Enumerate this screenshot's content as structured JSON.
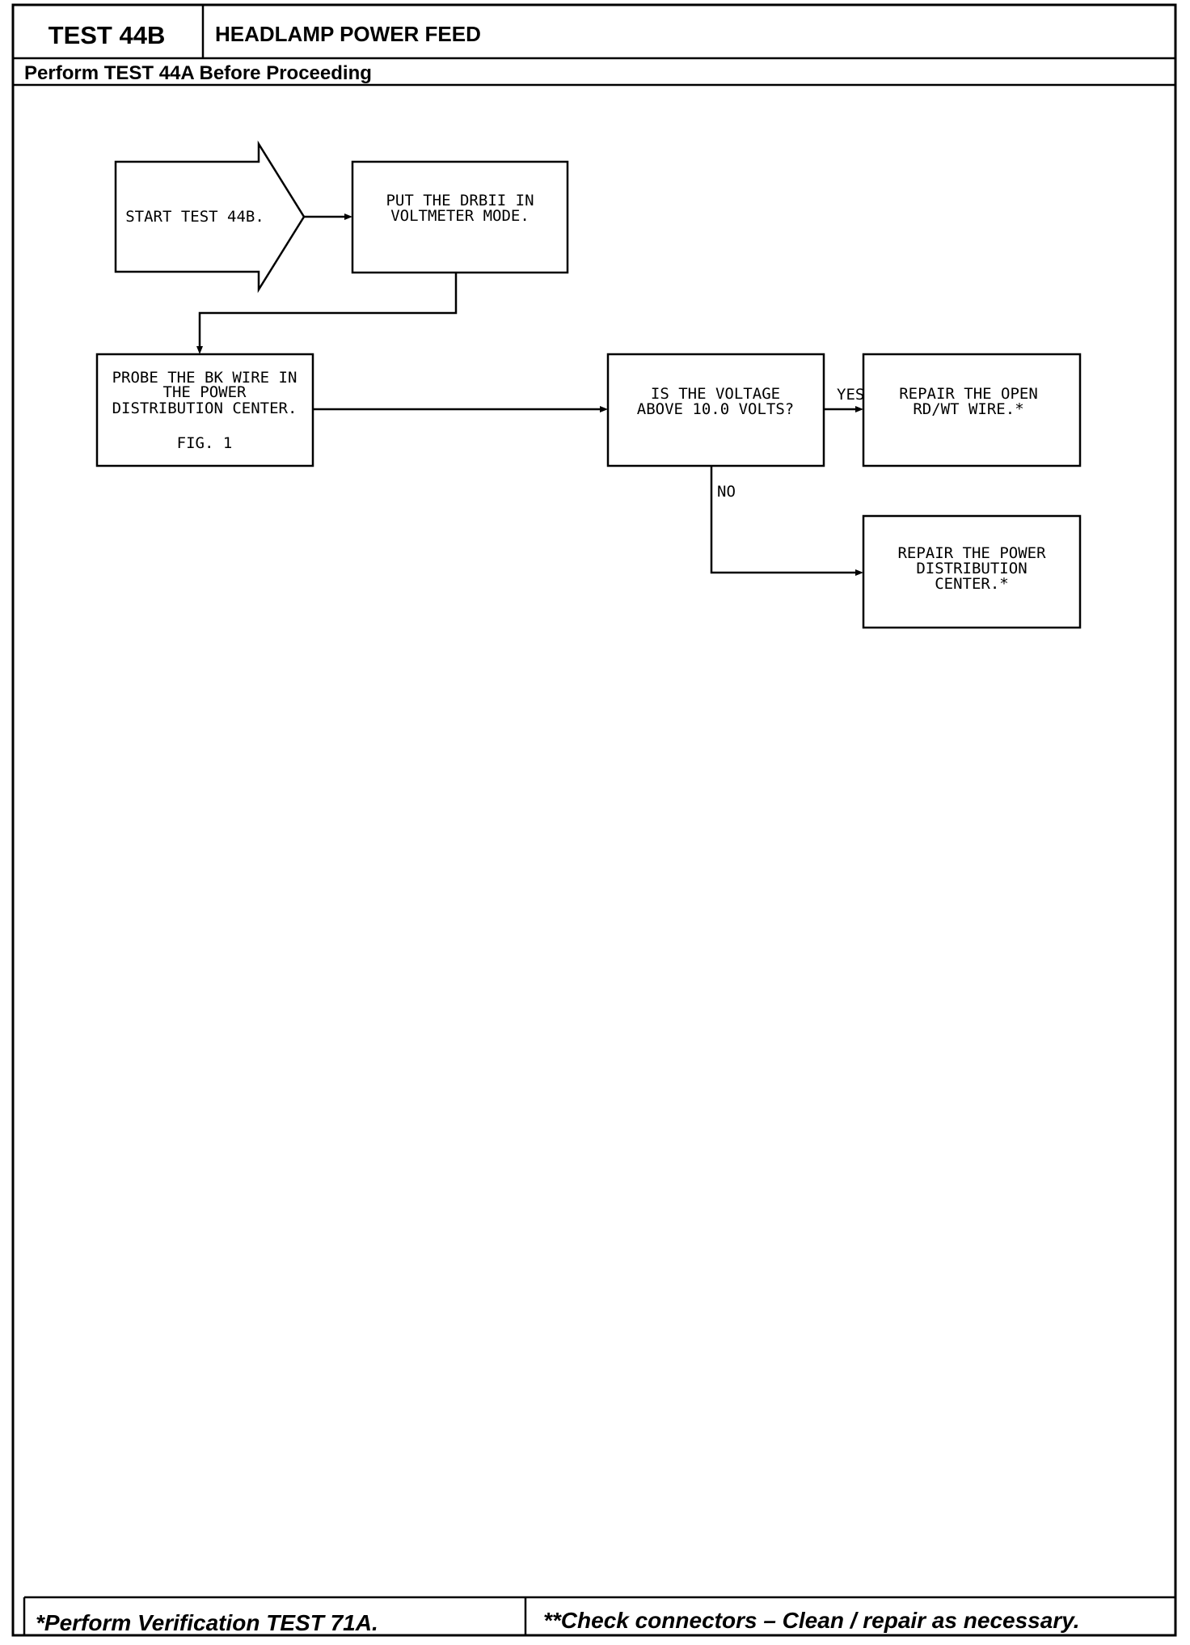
{
  "header": {
    "test_id": "TEST 44B",
    "title": "HEADLAMP POWER FEED",
    "prerequisite": "Perform TEST 44A Before Proceeding"
  },
  "flowchart": {
    "start": {
      "label": "START TEST 44B."
    },
    "step_voltmeter": {
      "lines": [
        "PUT THE DRBII IN",
        "VOLTMETER MODE."
      ]
    },
    "step_probe": {
      "lines": [
        "PROBE THE BK WIRE IN",
        "THE POWER",
        "DISTRIBUTION CENTER."
      ],
      "figure": "FIG. 1"
    },
    "decision_voltage": {
      "lines": [
        "IS THE VOLTAGE",
        "ABOVE 10.0 VOLTS?"
      ]
    },
    "result_yes": {
      "lines": [
        "REPAIR THE OPEN",
        "RD/WT WIRE.*"
      ]
    },
    "result_no": {
      "lines": [
        "REPAIR THE POWER",
        "DISTRIBUTION",
        "CENTER.*"
      ]
    },
    "branch_yes": "YES",
    "branch_no": "NO"
  },
  "footer": {
    "left": "*Perform Verification TEST 71A.",
    "right": "**Check connectors – Clean / repair as necessary."
  }
}
